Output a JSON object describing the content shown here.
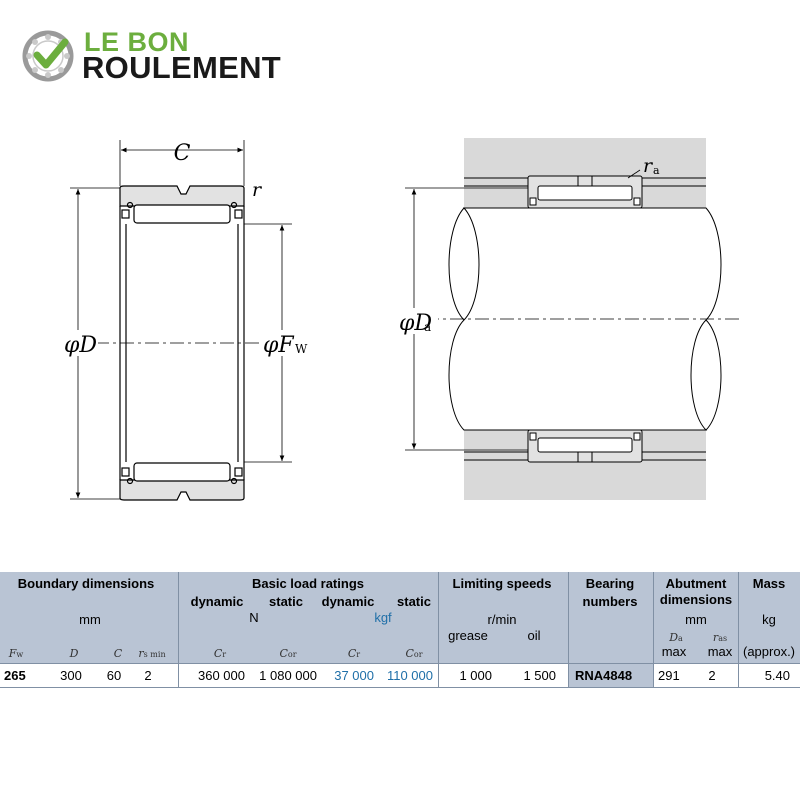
{
  "logo": {
    "line1": "LE BON",
    "line2": "ROULEMENT"
  },
  "drawing_labels": {
    "C": "C",
    "r": "r",
    "phiD": "φD",
    "phiFw": "φF",
    "Fw_sub": "W",
    "ra": "r",
    "ra_sub": "a",
    "phiDa": "φD",
    "Da_sub": "a"
  },
  "colors": {
    "header_bg": "#b9c4d4",
    "kgf_blue": "#1f6fa8",
    "logo_green": "#6cae3e"
  },
  "table": {
    "groups": {
      "boundary": "Boundary dimensions",
      "load": "Basic load ratings",
      "speed": "Limiting speeds",
      "bearing": "Bearing",
      "bearing2": "numbers",
      "abutment": "Abutment",
      "abutment2": "dimensions",
      "mass": "Mass"
    },
    "sub": {
      "dynamic1": "dynamic",
      "static1": "static",
      "dynamic2": "dynamic",
      "static2": "static",
      "mm": "mm",
      "N": "N",
      "kgf": "kgf",
      "rmin": "r/min",
      "grease": "grease",
      "oil": "oil",
      "abut_mm": "mm",
      "kg": "kg",
      "max1": "max",
      "max2": "max",
      "approx": "(approx.)"
    },
    "symbols": {
      "Fw": "F",
      "Fw_s": "w",
      "D": "D",
      "C": "C",
      "rs": "r",
      "rs_s": "s min",
      "Cr1": "C",
      "Cr1_s": "r",
      "Cor1": "C",
      "Cor1_s": "or",
      "Cr2": "C",
      "Cr2_s": "r",
      "Cor2": "C",
      "Cor2_s": "or",
      "Da": "D",
      "Da_s": "a",
      "ras": "r",
      "ras_s": "as"
    },
    "row": {
      "Fw": "265",
      "D": "300",
      "C": "60",
      "rs_min": "2",
      "Cr_N": "360 000",
      "Cor_N": "1 080 000",
      "Cr_kgf": "37 000",
      "Cor_kgf": "110 000",
      "grease": "1 000",
      "oil": "1 500",
      "bearing": "RNA4848",
      "Da_max": "291",
      "ras_max": "2",
      "mass": "5.40"
    }
  }
}
